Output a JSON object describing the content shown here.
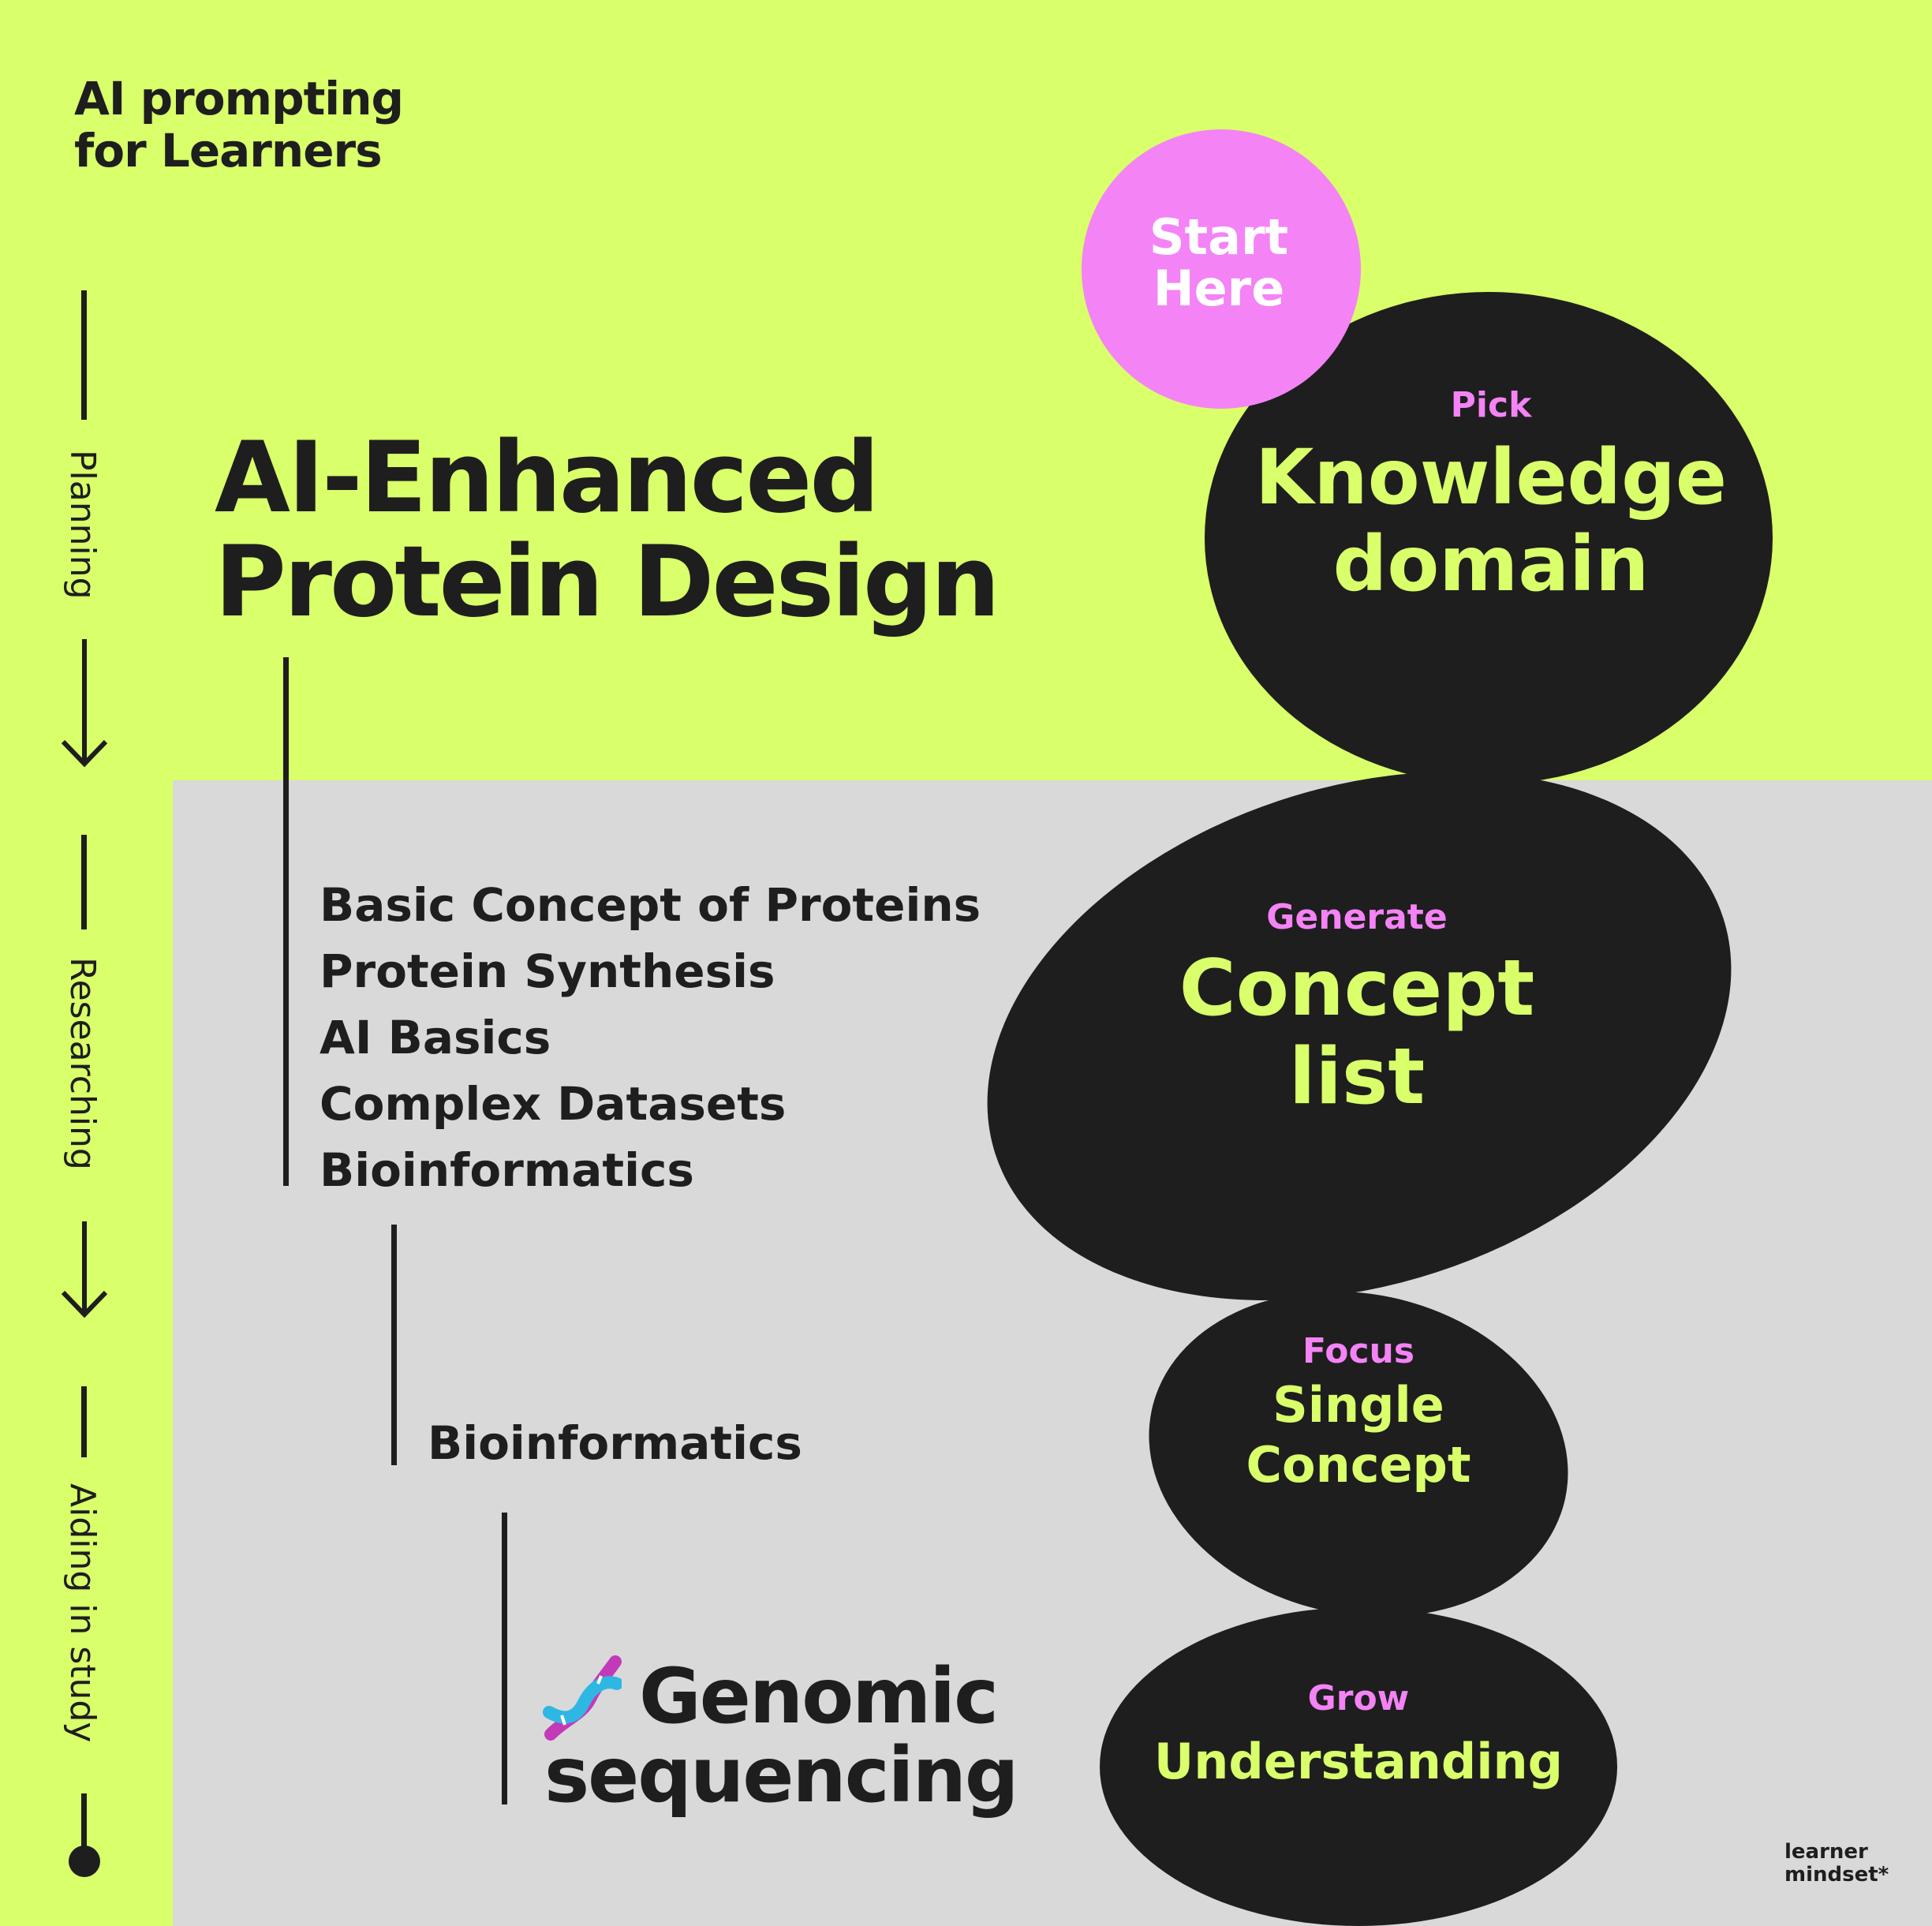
{
  "brand": {
    "line1": "AI prompting",
    "line2": "for Learners"
  },
  "phases": [
    "Planning",
    "Researching",
    "Aiding in study"
  ],
  "main_title": {
    "line1": "AI-Enhanced",
    "line2": "Protein Design"
  },
  "concepts": [
    "Basic Concept of Proteins",
    "Protein Synthesis",
    "AI Basics",
    "Complex Datasets",
    "Bioinformatics"
  ],
  "focus_concept": "Bioinformatics",
  "genomic": {
    "emoji": "dna-icon",
    "line1": "Genomic",
    "line2": "sequencing"
  },
  "start": {
    "line1": "Start",
    "line2": "Here"
  },
  "steps": [
    {
      "verb": "Pick",
      "line1": "Knowledge",
      "line2": "domain"
    },
    {
      "verb": "Generate",
      "line1": "Concept",
      "line2": "list"
    },
    {
      "verb": "Focus",
      "line1": "Single",
      "line2": "Concept"
    },
    {
      "verb": "Grow",
      "line1": "Understanding"
    }
  ],
  "footer": {
    "line1": "learner",
    "line2": "mindset*"
  },
  "colors": {
    "lime": "#d9ff6b",
    "gray": "#d9d9d9",
    "dark": "#1e1e1e",
    "pink": "#f483f5",
    "white": "#ffffff"
  }
}
